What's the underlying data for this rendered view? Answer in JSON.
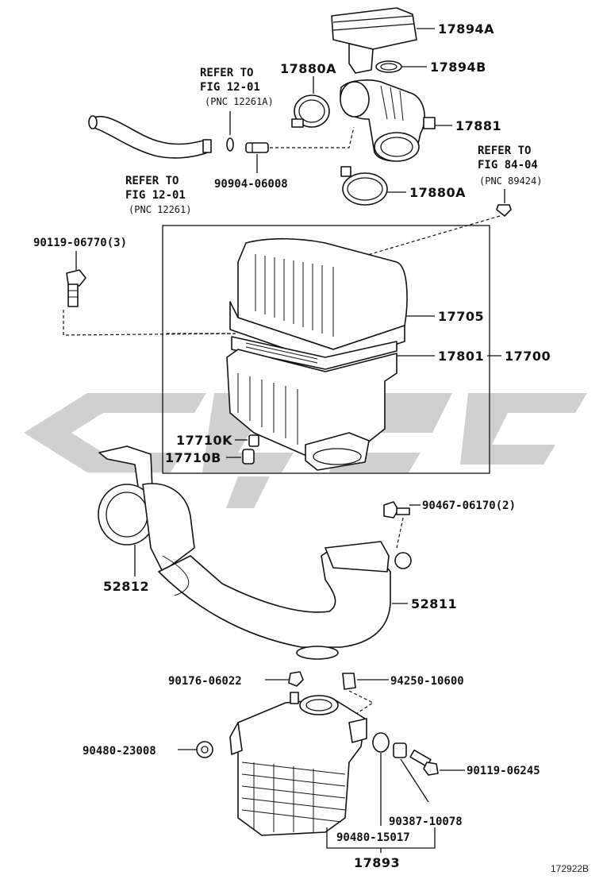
{
  "watermark": {
    "color": "#c8c8c8"
  },
  "callouts": {
    "p17894A": "17894A",
    "p17894B": "17894B",
    "p17880A_top": "17880A",
    "p17881": "17881",
    "p17880A_bottom": "17880A",
    "p90904": "90904-06008",
    "p90119_06770": "90119-06770(3)",
    "p17705": "17705",
    "p17801": "17801",
    "p17700": "17700",
    "p17710K": "17710K",
    "p17710B": "17710B",
    "p90467": "90467-06170(2)",
    "p52812": "52812",
    "p52811": "52811",
    "p90176": "90176-06022",
    "p94250": "94250-10600",
    "p90480_23008": "90480-23008",
    "p90119_06245": "90119-06245",
    "p90387": "90387-10078",
    "p90480_15017": "90480-15017",
    "p17893": "17893"
  },
  "refs": {
    "ref1": {
      "l1": "REFER TO",
      "l2": "FIG 12-01",
      "l3": "(PNC 12261A)"
    },
    "ref2": {
      "l1": "REFER TO",
      "l2": "FIG 12-01",
      "l3": "(PNC 12261)"
    },
    "ref3": {
      "l1": "REFER TO",
      "l2": "FIG 84-04",
      "l3": "(PNC 89424)"
    }
  },
  "figure_id": "172922B"
}
